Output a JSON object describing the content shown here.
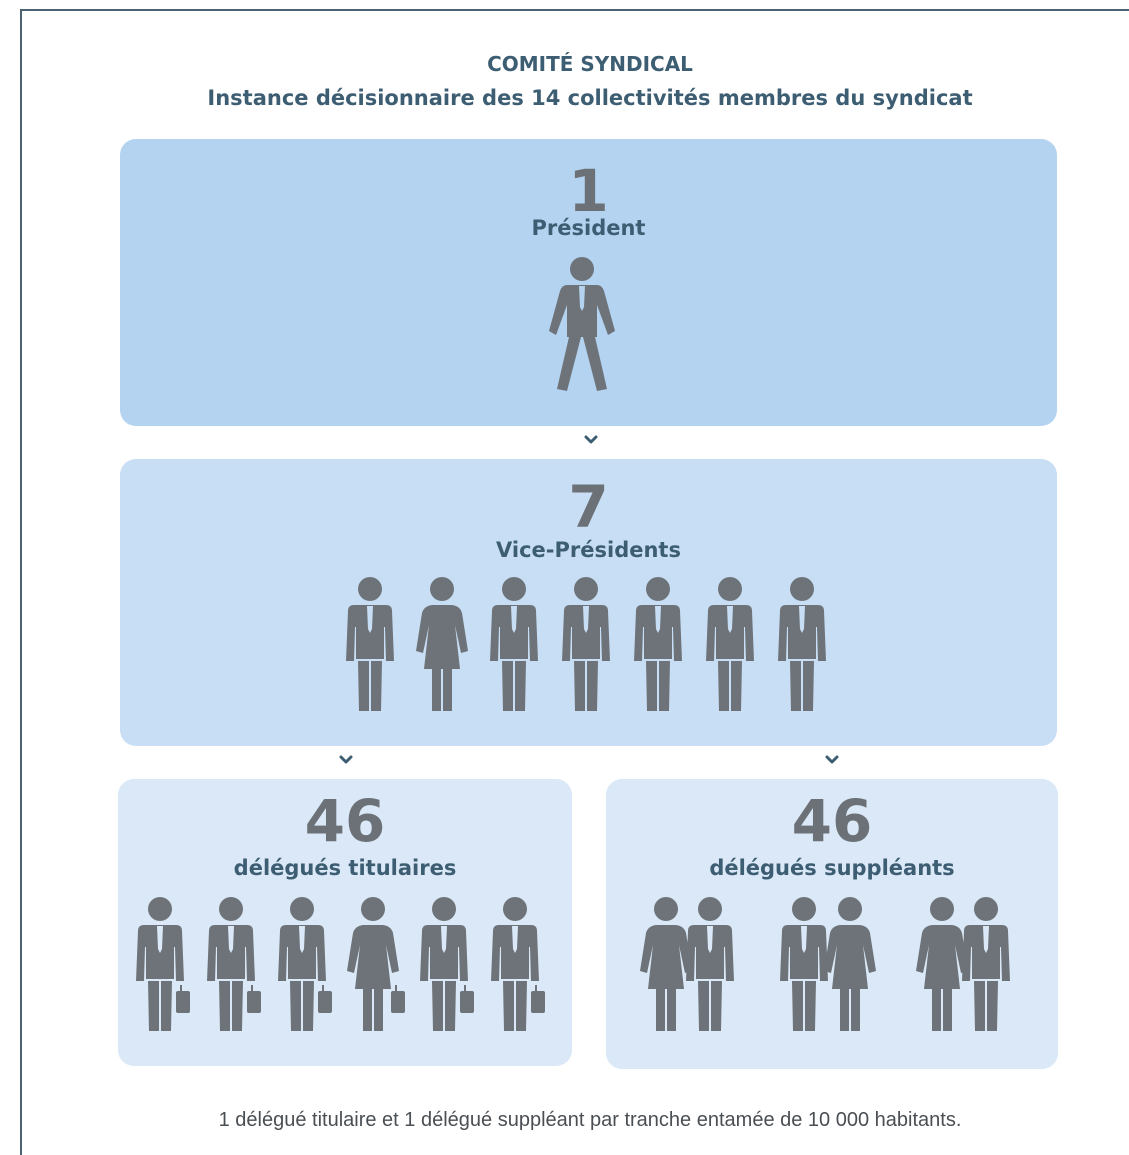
{
  "header": {
    "title": "COMITÉ SYNDICAL",
    "subtitle": "Instance décisionnaire des 14 collectivités membres du syndicat"
  },
  "colors": {
    "frame": "#4a6272",
    "heading_text": "#3c5d72",
    "number_text": "#6b7176",
    "figure": "#6d7378",
    "box_tier1": "#b3d3f0",
    "box_tier2": "#c8def4",
    "box_tier3": "#dae8f7"
  },
  "tiers": {
    "president": {
      "count": "1",
      "label": "Président",
      "figures": [
        "man"
      ]
    },
    "vice_presidents": {
      "count": "7",
      "label": "Vice-Présidents",
      "figures": [
        "man",
        "woman",
        "man",
        "man",
        "man",
        "man",
        "man"
      ]
    },
    "titulaires": {
      "count": "46",
      "label": "délégués titulaires",
      "figures": [
        "man-briefcase",
        "man-briefcase",
        "man-briefcase",
        "woman-briefcase",
        "man-briefcase",
        "man-briefcase"
      ]
    },
    "suppleants": {
      "count": "46",
      "label": "délégués suppléants",
      "figures": [
        "pair-woman-man",
        "pair-man-woman",
        "pair-woman-man"
      ]
    }
  },
  "arrows": [
    "chevron-down-icon",
    "chevron-down-icon",
    "chevron-down-icon"
  ],
  "footnote": "1 délégué titulaire et 1 délégué suppléant par tranche entamée de 10 000 habitants."
}
